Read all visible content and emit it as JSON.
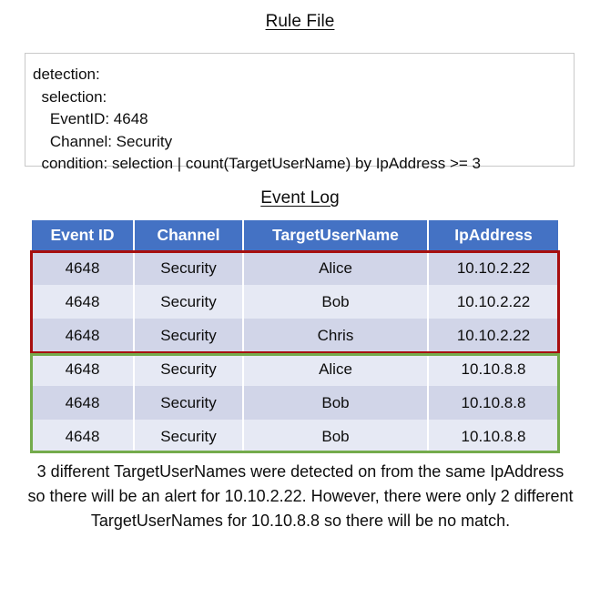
{
  "rule_section": {
    "title": "Rule File",
    "lines": [
      "detection:",
      "  selection:",
      "    EventID: 4648",
      "    Channel: Security",
      "  condition: selection | count(TargetUserName) by IpAddress >= 3"
    ]
  },
  "log_section": {
    "title": "Event Log",
    "columns": [
      "Event ID",
      "Channel",
      "TargetUserName",
      "IpAddress"
    ],
    "rows": [
      {
        "event_id": "4648",
        "channel": "Security",
        "target_user_name": "Alice",
        "ip_address": "10.10.2.22"
      },
      {
        "event_id": "4648",
        "channel": "Security",
        "target_user_name": "Bob",
        "ip_address": "10.10.2.22"
      },
      {
        "event_id": "4648",
        "channel": "Security",
        "target_user_name": "Chris",
        "ip_address": "10.10.2.22"
      },
      {
        "event_id": "4648",
        "channel": "Security",
        "target_user_name": "Alice",
        "ip_address": "10.10.8.8"
      },
      {
        "event_id": "4648",
        "channel": "Security",
        "target_user_name": "Bob",
        "ip_address": "10.10.8.8"
      },
      {
        "event_id": "4648",
        "channel": "Security",
        "target_user_name": "Bob",
        "ip_address": "10.10.8.8"
      }
    ]
  },
  "highlights": {
    "matching_group_color": "#a70f0f",
    "non_matching_group_color": "#74ab4c",
    "header_color": "#4472c4"
  },
  "caption": {
    "text": "3 different TargetUserNames were detected on from the same IpAddress so there will be an alert for 10.10.2.22. However, there were only 2 different TargetUserNames for 10.10.8.8 so there will be no match."
  }
}
